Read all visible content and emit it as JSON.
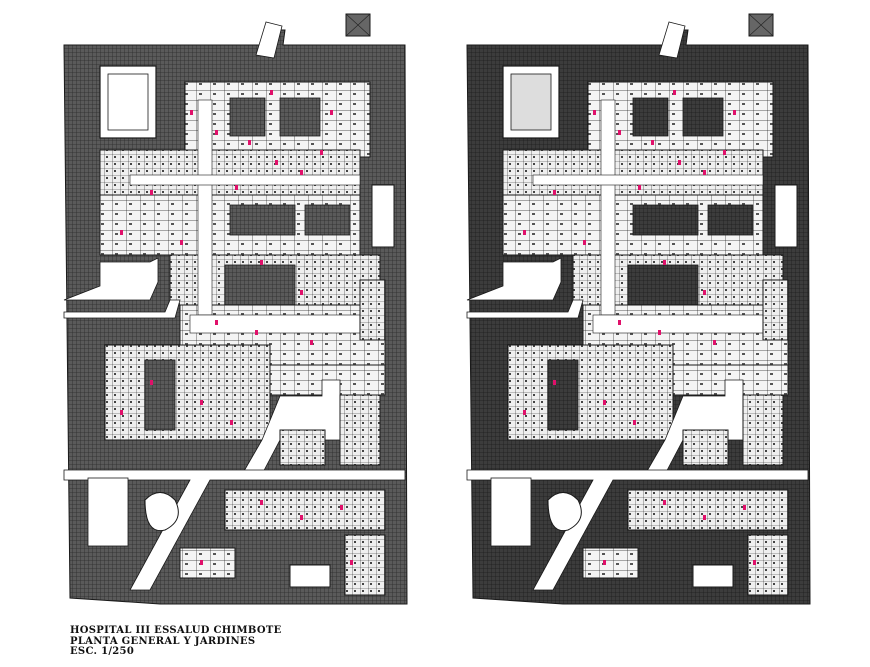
{
  "title_block": {
    "line1": "HOSPITAL III ESSALUD CHIMBOTE",
    "line2": "PLANTA GENERAL Y JARDINES",
    "line3": "ESC. 1/250"
  },
  "colors": {
    "site_hatch": "#4a4a4a",
    "site_hatch_dark": "#2e2e2e",
    "building_fill": "#f2f2f2",
    "wall_line": "#1a1a1a",
    "annotation_red": "#e0106a",
    "open_space": "#ffffff"
  },
  "plans": [
    {
      "id": "plan-left",
      "variant": "light"
    },
    {
      "id": "plan-right",
      "variant": "dark"
    }
  ]
}
